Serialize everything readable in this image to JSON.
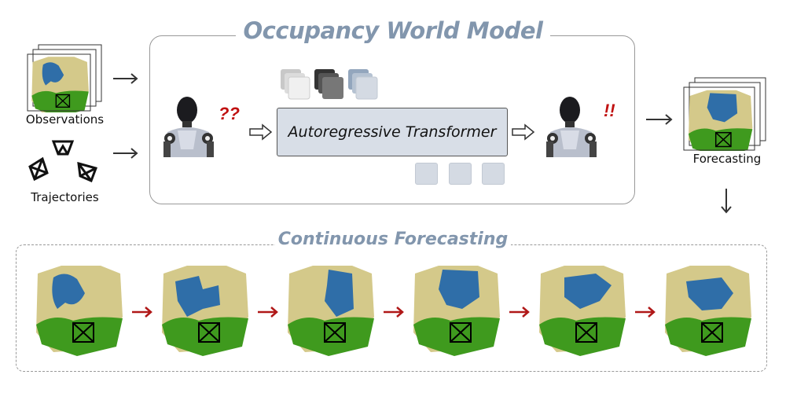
{
  "header": {
    "title": "Occupancy World Model"
  },
  "inputs": {
    "observations_label": "Observations",
    "trajectories_label": "Trajectories"
  },
  "model": {
    "transformer_label": "Autoregressive Transformer",
    "question_marks": "??",
    "exclamation_marks": "!!"
  },
  "output": {
    "forecasting_label": "Forecasting"
  },
  "continuous": {
    "title": "Continuous Forecasting",
    "frame_count": 6
  },
  "colors": {
    "accent_title": "#8296ad",
    "arrow_red": "#b01818",
    "voxel_green": "#3f9a1e",
    "voxel_blue": "#2f6ea8",
    "voxel_tan": "#d4c98a",
    "box_fill": "#d8dee7"
  }
}
